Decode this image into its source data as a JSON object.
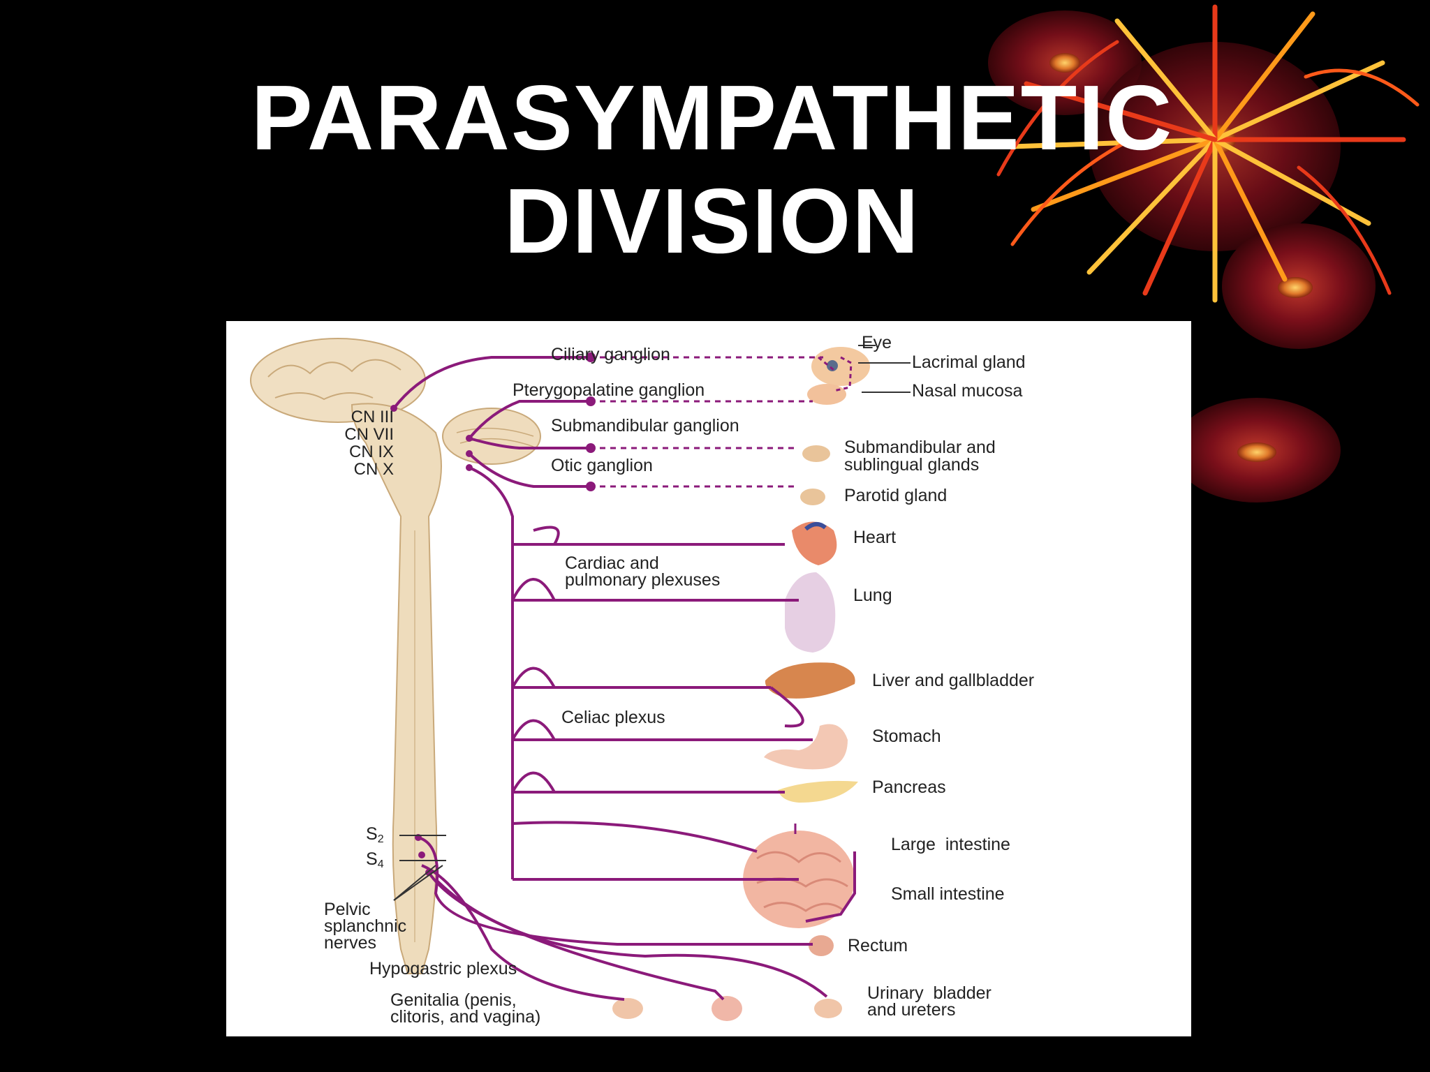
{
  "title": {
    "line1": "PARASYMPATHETIC",
    "line2": "DIVISION"
  },
  "figure": {
    "cranial_nerves": [
      "CN III",
      "CN VII",
      "CN IX",
      "CN X"
    ],
    "ganglia": {
      "ciliary": "Ciliary ganglion",
      "pterygopalatine": "Pterygopalatine ganglion",
      "submandibular": "Submandibular ganglion",
      "otic": "Otic ganglion"
    },
    "plexuses": {
      "cardiac_line1": "Cardiac and",
      "cardiac_line2": "pulmonary plexuses",
      "celiac": "Celiac plexus",
      "hypogastric": "Hypogastric plexus"
    },
    "sacral": {
      "s2_letter": "S",
      "s2_sub": "2",
      "s4_letter": "S",
      "s4_sub": "4",
      "pelvic_line1": "Pelvic",
      "pelvic_line2": "splanchnic",
      "pelvic_line3": "nerves"
    },
    "targets": {
      "eye": "Eye",
      "lacrimal": "Lacrimal gland",
      "nasal": "Nasal mucosa",
      "submandibular_line1": "Submandibular and",
      "submandibular_line2": "sublingual glands",
      "parotid": "Parotid gland",
      "heart": "Heart",
      "lung": "Lung",
      "liver": "Liver and gallbladder",
      "stomach": "Stomach",
      "pancreas": "Pancreas",
      "large_intestine": "Large  intestine",
      "small_intestine": "Small intestine",
      "rectum": "Rectum",
      "bladder_line1": "Urinary  bladder",
      "bladder_line2": "and ureters",
      "genitalia_line1": "Genitalia (penis,",
      "genitalia_line2": "clitoris, and vagina)"
    }
  },
  "colors": {
    "nerve": "#8b1a7a",
    "spinal_cord": "#eedcbc",
    "background": "#000000",
    "title": "#ffffff"
  }
}
